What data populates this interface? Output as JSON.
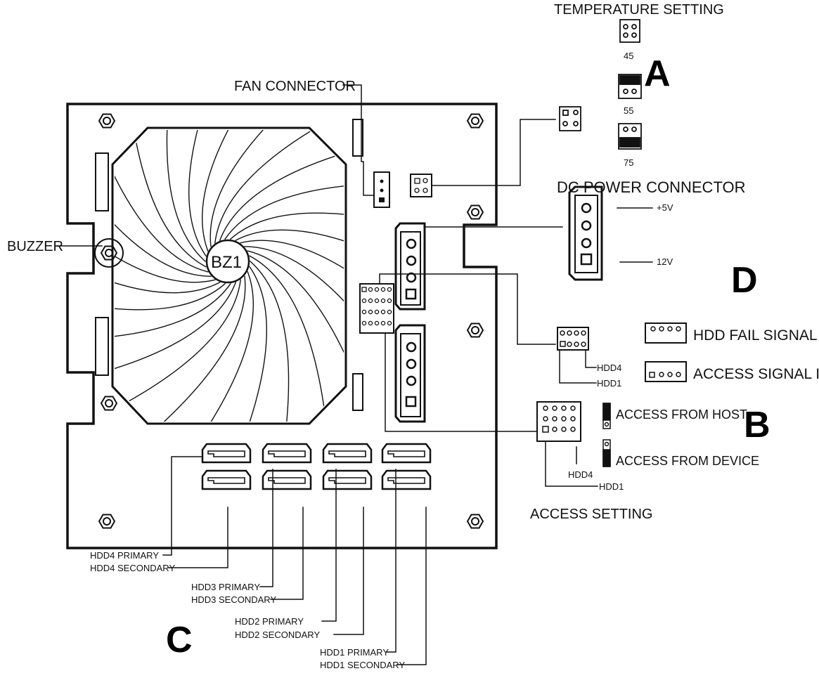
{
  "labels": {
    "temperature_setting": "TEMPERATURE SETTING",
    "temp_45": "45",
    "temp_55": "55",
    "temp_75": "75",
    "fan_connector": "FAN CONNECTOR",
    "dc_power_connector": "DC POWER CONNECTOR",
    "plus5v": "+5V",
    "v12": "12V",
    "buzzer": "BUZZER",
    "bz1": "BZ1",
    "hdd_fail_signal_in": "HDD FAIL SIGNAL IN",
    "access_signal_in": "ACCESS SIGNAL IN",
    "hdd4_a": "HDD4",
    "hdd1_a": "HDD1",
    "access_from_host": "ACCESS FROM HOST",
    "access_from_device": "ACCESS FROM DEVICE",
    "hdd4_b": "HDD4",
    "hdd1_b": "HDD1",
    "access_setting": "ACCESS SETTING",
    "hdd4_primary": "HDD4 PRIMARY",
    "hdd4_secondary": "HDD4 SECONDARY",
    "hdd3_primary": "HDD3 PRIMARY",
    "hdd3_secondary": "HDD3 SECONDARY",
    "hdd2_primary": "HDD2 PRIMARY",
    "hdd2_secondary": "HDD2 SECONDARY",
    "hdd1_primary": "HDD1 PRIMARY",
    "hdd1_secondary": "HDD1 SECONDARY"
  },
  "sections": {
    "a": "A",
    "b": "B",
    "c": "C",
    "d": "D"
  }
}
